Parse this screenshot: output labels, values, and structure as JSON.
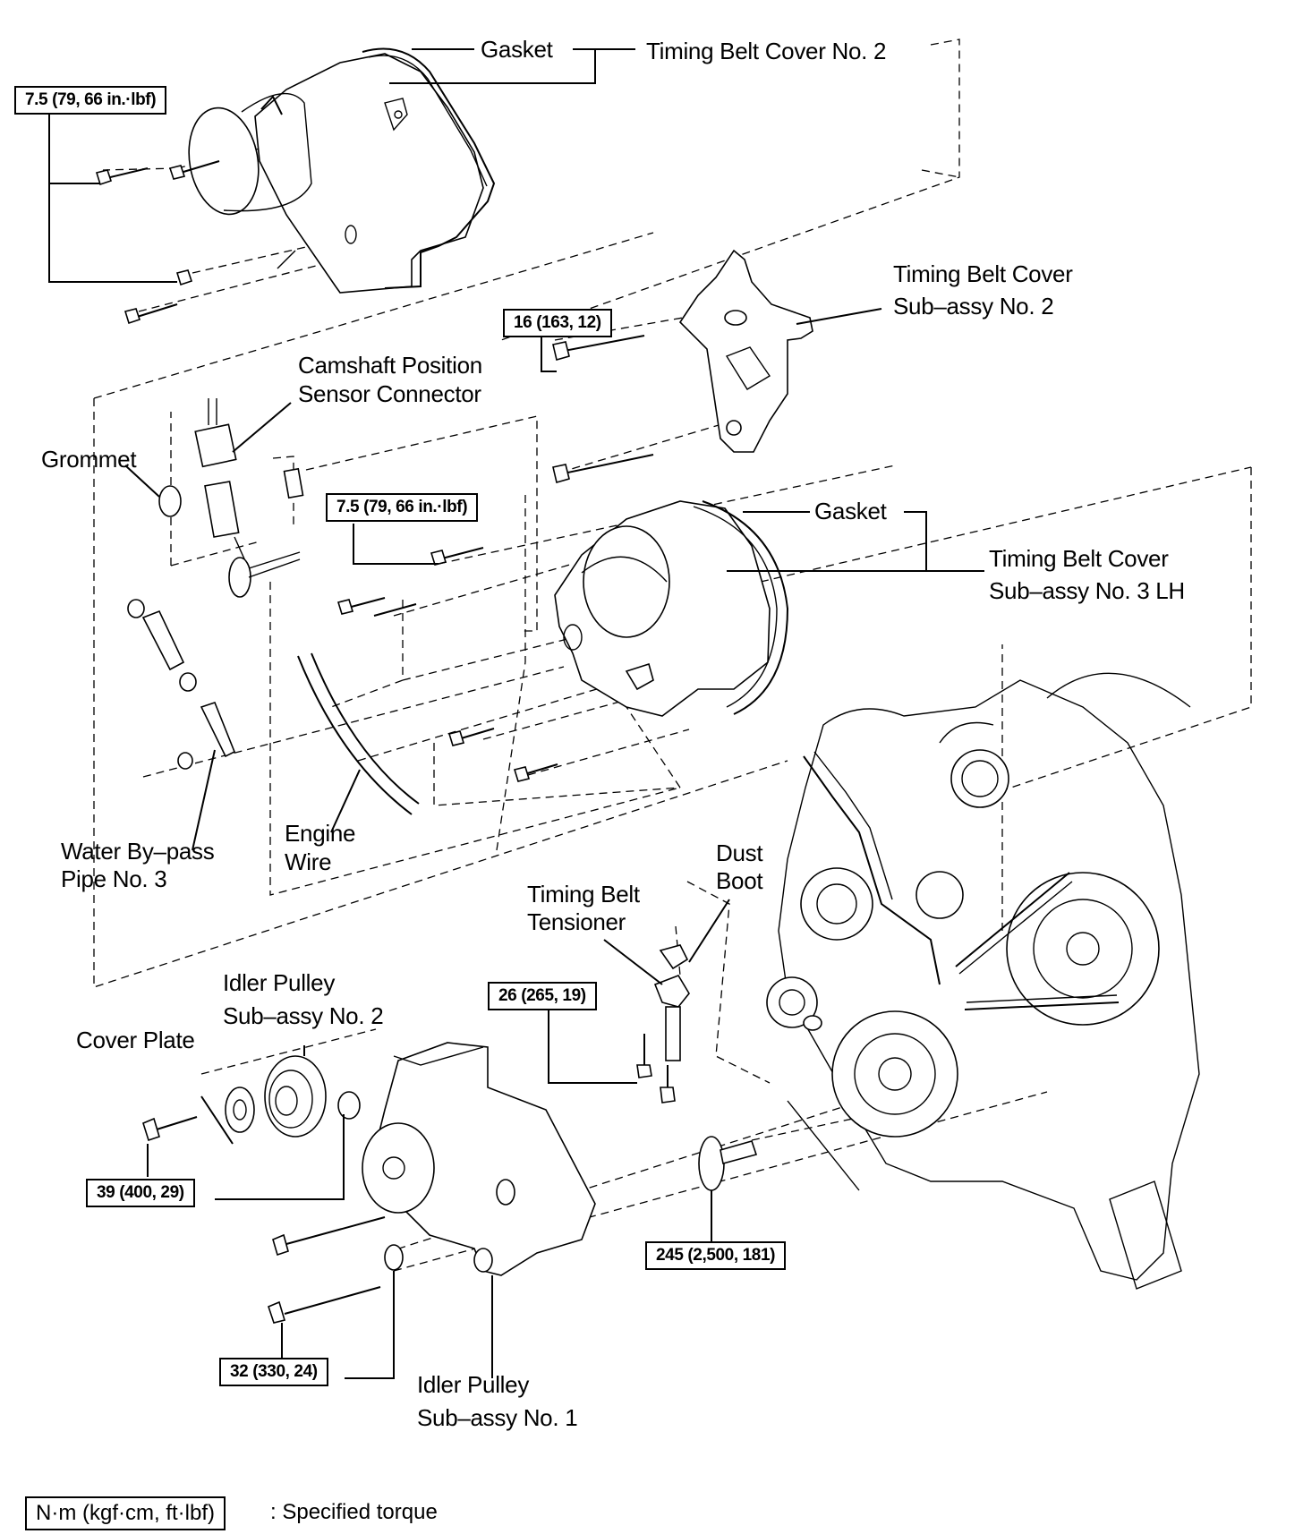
{
  "diagram": {
    "type": "exploded-parts-view",
    "subject": "Timing belt cover and idler pulley components"
  },
  "labels": {
    "gasket_top": "Gasket",
    "timing_belt_cover_no2": "Timing Belt Cover No. 2",
    "tbc_subassy_no2_line1": "Timing Belt Cover",
    "tbc_subassy_no2_line2": "Sub–assy No. 2",
    "camshaft_line1": "Camshaft Position",
    "camshaft_line2": "Sensor Connector",
    "grommet": "Grommet",
    "gasket_mid": "Gasket",
    "tbc_subassy_no3_line1": "Timing Belt Cover",
    "tbc_subassy_no3_line2": "Sub–assy No. 3 LH",
    "engine_wire_line1": "Engine",
    "engine_wire_line2": "Wire",
    "water_bypass_line1": "Water By–pass",
    "water_bypass_line2": "Pipe No. 3",
    "dust_boot_line1": "Dust",
    "dust_boot_line2": "Boot",
    "tensioner_line1": "Timing Belt",
    "tensioner_line2": "Tensioner",
    "idler2_line1": "Idler Pulley",
    "idler2_line2": "Sub–assy No. 2",
    "cover_plate": "Cover Plate",
    "idler1_line1": "Idler Pulley",
    "idler1_line2": "Sub–assy No. 1"
  },
  "torque_specs": [
    {
      "id": "tbc-no2-bolts",
      "value": "7.5 (79, 66 in.·lbf)"
    },
    {
      "id": "tbc-subassy-no2-bolt",
      "value": "16 (163, 12)"
    },
    {
      "id": "tbc-no3-bolt",
      "value": "7.5 (79, 66 in.·lbf)"
    },
    {
      "id": "tensioner-bolt",
      "value": "26 (265, 19)"
    },
    {
      "id": "idler-pulley-no2-bolt",
      "value": "39 (400, 29)"
    },
    {
      "id": "crank-pulley-bolt",
      "value": "245 (2,500, 181)"
    },
    {
      "id": "idler-pulley-no1-bolt",
      "value": "32 (330, 24)"
    }
  ],
  "legend": {
    "unit_box": "N·m (kgf·cm, ft·lbf)",
    "description": ": Specified torque"
  }
}
